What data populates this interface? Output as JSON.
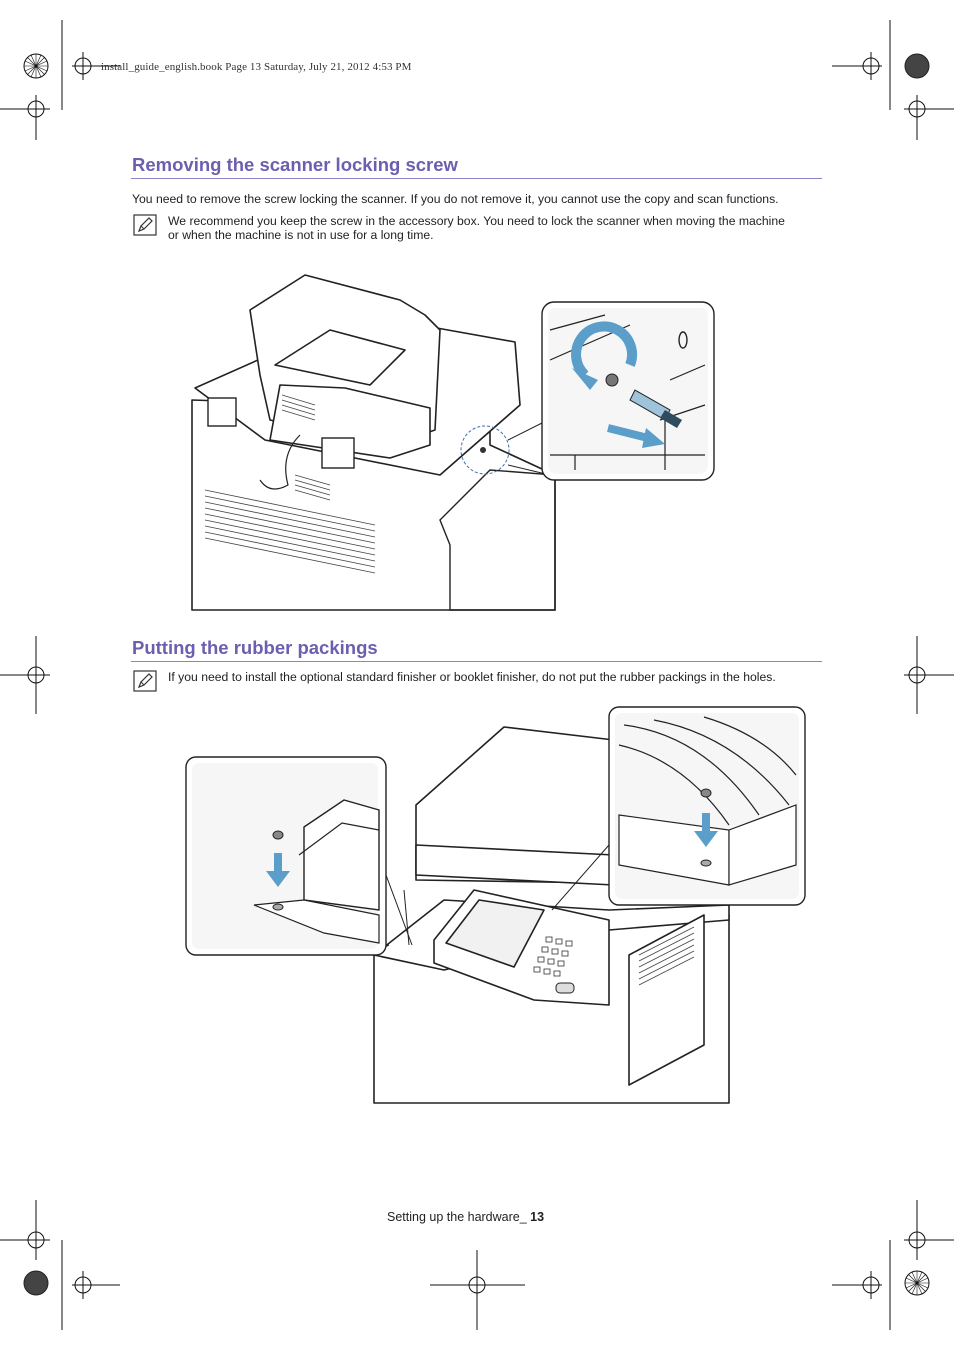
{
  "header": {
    "meta": "install_guide_english.book  Page 13  Saturday, July 21, 2012  4:53 PM"
  },
  "section1": {
    "title": "Removing the scanner locking screw",
    "text": "You need to remove the screw locking the scanner. If you do not remove it, you cannot use the copy and scan functions.",
    "note_line1": "We recommend you keep the screw in the accessory box. You need to lock the scanner when moving the machine",
    "note_line2": "or when the machine is not in use for a long time."
  },
  "section2": {
    "title": "Putting the rubber packings",
    "note": "If you need to install the optional standard finisher or booklet finisher, do not put the rubber packings in the holes."
  },
  "footer": {
    "label": "Setting up the hardware_",
    "page": "13"
  },
  "icons": {
    "note": "note-pencil-icon",
    "registration": "crosshair-registration-icon",
    "color_target": "starburst-target-icon"
  },
  "colors": {
    "heading": "#6b5fb0",
    "rule": "#8c83c6",
    "arrow_blue": "#5b9ec9"
  }
}
